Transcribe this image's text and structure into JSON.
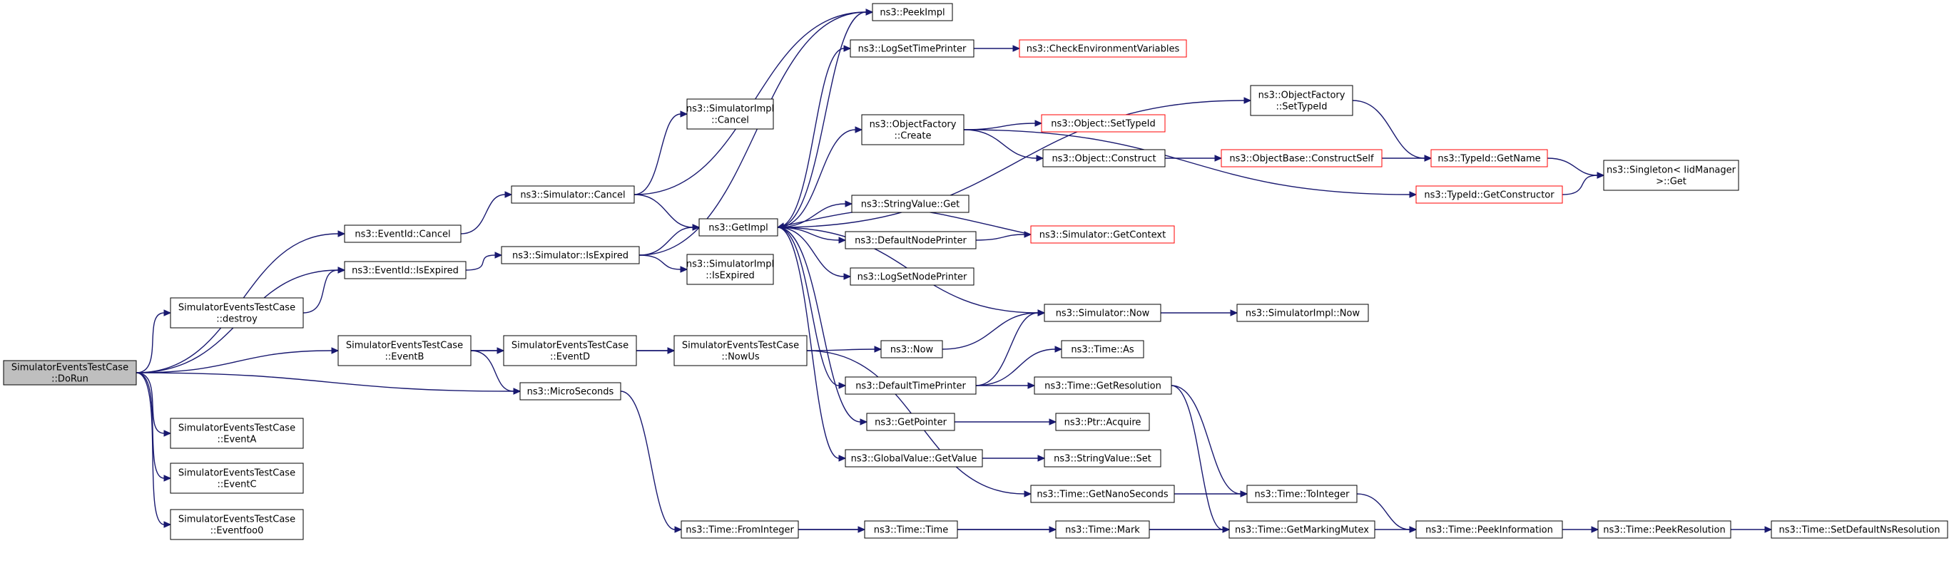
{
  "graph": {
    "nodes": [
      {
        "id": "dorun",
        "label": [
          "SimulatorEventsTestCase",
          "::DoRun"
        ],
        "root": true,
        "red": false
      },
      {
        "id": "eventid_cancel",
        "label": [
          "ns3::EventId::Cancel"
        ],
        "red": false
      },
      {
        "id": "eventid_isexpired",
        "label": [
          "ns3::EventId::IsExpired"
        ],
        "red": false
      },
      {
        "id": "destroy",
        "label": [
          "SimulatorEventsTestCase",
          "::destroy"
        ],
        "red": false
      },
      {
        "id": "eventb",
        "label": [
          "SimulatorEventsTestCase",
          "::EventB"
        ],
        "red": false
      },
      {
        "id": "eventa",
        "label": [
          "SimulatorEventsTestCase",
          "::EventA"
        ],
        "red": false
      },
      {
        "id": "eventc",
        "label": [
          "SimulatorEventsTestCase",
          "::EventC"
        ],
        "red": false
      },
      {
        "id": "eventfoo0",
        "label": [
          "SimulatorEventsTestCase",
          "::Eventfoo0"
        ],
        "red": false
      },
      {
        "id": "sim_cancel",
        "label": [
          "ns3::Simulator::Cancel"
        ],
        "red": false
      },
      {
        "id": "sim_isexpired",
        "label": [
          "ns3::Simulator::IsExpired"
        ],
        "red": false
      },
      {
        "id": "eventd",
        "label": [
          "SimulatorEventsTestCase",
          "::EventD"
        ],
        "red": false
      },
      {
        "id": "microseconds",
        "label": [
          "ns3::MicroSeconds"
        ],
        "red": false
      },
      {
        "id": "simimpl_cancel",
        "label": [
          "ns3::SimulatorImpl",
          "::Cancel"
        ],
        "red": false
      },
      {
        "id": "getimpl",
        "label": [
          "ns3::GetImpl"
        ],
        "red": false
      },
      {
        "id": "simimpl_isexpired",
        "label": [
          "ns3::SimulatorImpl",
          "::IsExpired"
        ],
        "red": false
      },
      {
        "id": "nowus",
        "label": [
          "SimulatorEventsTestCase",
          "::NowUs"
        ],
        "red": false
      },
      {
        "id": "fromint",
        "label": [
          "ns3::Time::FromInteger"
        ],
        "red": false
      },
      {
        "id": "peekimpl",
        "label": [
          "ns3::PeekImpl"
        ],
        "red": false
      },
      {
        "id": "logsettime",
        "label": [
          "ns3::LogSetTimePrinter"
        ],
        "red": false
      },
      {
        "id": "objfactory_create",
        "label": [
          "ns3::ObjectFactory",
          "::Create"
        ],
        "red": false
      },
      {
        "id": "stringvalue_get",
        "label": [
          "ns3::StringValue::Get"
        ],
        "red": false
      },
      {
        "id": "defaultnode",
        "label": [
          "ns3::DefaultNodePrinter"
        ],
        "red": false
      },
      {
        "id": "logsetnode",
        "label": [
          "ns3::LogSetNodePrinter"
        ],
        "red": false
      },
      {
        "id": "now",
        "label": [
          "ns3::Now"
        ],
        "red": false
      },
      {
        "id": "defaulttime",
        "label": [
          "ns3::DefaultTimePrinter"
        ],
        "red": false
      },
      {
        "id": "getpointer",
        "label": [
          "ns3::GetPointer"
        ],
        "red": false
      },
      {
        "id": "globalvalue",
        "label": [
          "ns3::GlobalValue::GetValue"
        ],
        "red": false
      },
      {
        "id": "time_time",
        "label": [
          "ns3::Time::Time"
        ],
        "red": false
      },
      {
        "id": "checkenv",
        "label": [
          "ns3::CheckEnvironmentVariables"
        ],
        "red": true
      },
      {
        "id": "obj_settypeid",
        "label": [
          "ns3::Object::SetTypeId"
        ],
        "red": true
      },
      {
        "id": "obj_construct",
        "label": [
          "ns3::Object::Construct"
        ],
        "red": false
      },
      {
        "id": "sim_getcontext",
        "label": [
          "ns3::Simulator::GetContext"
        ],
        "red": true
      },
      {
        "id": "sim_now",
        "label": [
          "ns3::Simulator::Now"
        ],
        "red": false
      },
      {
        "id": "time_as",
        "label": [
          "ns3::Time::As"
        ],
        "red": false
      },
      {
        "id": "time_getres",
        "label": [
          "ns3::Time::GetResolution"
        ],
        "red": false
      },
      {
        "id": "ptr_acquire",
        "label": [
          "ns3::Ptr::Acquire"
        ],
        "red": false
      },
      {
        "id": "stringvalue_set",
        "label": [
          "ns3::StringValue::Set"
        ],
        "red": false
      },
      {
        "id": "time_getnano",
        "label": [
          "ns3::Time::GetNanoSeconds"
        ],
        "red": false
      },
      {
        "id": "time_mark",
        "label": [
          "ns3::Time::Mark"
        ],
        "red": false
      },
      {
        "id": "objfactory_settypeid",
        "label": [
          "ns3::ObjectFactory",
          "::SetTypeId"
        ],
        "red": false
      },
      {
        "id": "objbase_constructself",
        "label": [
          "ns3::ObjectBase::ConstructSelf"
        ],
        "red": true
      },
      {
        "id": "simimpl_now",
        "label": [
          "ns3::SimulatorImpl::Now"
        ],
        "red": false
      },
      {
        "id": "time_tointeger",
        "label": [
          "ns3::Time::ToInteger"
        ],
        "red": false
      },
      {
        "id": "time_getmarkmutex",
        "label": [
          "ns3::Time::GetMarkingMutex"
        ],
        "red": false
      },
      {
        "id": "typeid_getname",
        "label": [
          "ns3::TypeId::GetName"
        ],
        "red": true
      },
      {
        "id": "typeid_getctor",
        "label": [
          "ns3::TypeId::GetConstructor"
        ],
        "red": true
      },
      {
        "id": "time_peekinfo",
        "label": [
          "ns3::Time::PeekInformation"
        ],
        "red": false
      },
      {
        "id": "singleton_get",
        "label": [
          "ns3::Singleton< IidManager",
          ">::Get"
        ],
        "red": false
      },
      {
        "id": "time_peekres",
        "label": [
          "ns3::Time::PeekResolution"
        ],
        "red": false
      },
      {
        "id": "time_setdefaultns",
        "label": [
          "ns3::Time::SetDefaultNsResolution"
        ],
        "red": false
      }
    ],
    "edges": [
      [
        "dorun",
        "eventid_cancel"
      ],
      [
        "dorun",
        "eventid_isexpired"
      ],
      [
        "dorun",
        "destroy"
      ],
      [
        "dorun",
        "eventb"
      ],
      [
        "dorun",
        "microseconds"
      ],
      [
        "dorun",
        "eventa"
      ],
      [
        "dorun",
        "eventc"
      ],
      [
        "dorun",
        "eventfoo0"
      ],
      [
        "eventid_cancel",
        "sim_cancel"
      ],
      [
        "eventid_isexpired",
        "sim_isexpired"
      ],
      [
        "destroy",
        "eventid_isexpired"
      ],
      [
        "eventb",
        "eventd"
      ],
      [
        "eventb",
        "nowus"
      ],
      [
        "eventb",
        "microseconds"
      ],
      [
        "eventd",
        "nowus"
      ],
      [
        "sim_cancel",
        "simimpl_cancel"
      ],
      [
        "sim_cancel",
        "getimpl"
      ],
      [
        "sim_cancel",
        "peekimpl"
      ],
      [
        "sim_isexpired",
        "getimpl"
      ],
      [
        "sim_isexpired",
        "simimpl_isexpired"
      ],
      [
        "sim_isexpired",
        "peekimpl"
      ],
      [
        "microseconds",
        "fromint"
      ],
      [
        "nowus",
        "now"
      ],
      [
        "nowus",
        "time_getnano"
      ],
      [
        "getimpl",
        "peekimpl"
      ],
      [
        "getimpl",
        "logsettime"
      ],
      [
        "getimpl",
        "objfactory_create"
      ],
      [
        "getimpl",
        "stringvalue_get"
      ],
      [
        "getimpl",
        "defaultnode"
      ],
      [
        "getimpl",
        "logsetnode"
      ],
      [
        "getimpl",
        "sim_now"
      ],
      [
        "getimpl",
        "defaulttime"
      ],
      [
        "getimpl",
        "getpointer"
      ],
      [
        "getimpl",
        "globalvalue"
      ],
      [
        "getimpl",
        "objfactory_settypeid"
      ],
      [
        "sim_getcontext",
        "getimpl"
      ],
      [
        "logsettime",
        "checkenv"
      ],
      [
        "objfactory_create",
        "obj_settypeid"
      ],
      [
        "objfactory_create",
        "obj_construct"
      ],
      [
        "objfactory_create",
        "typeid_getctor"
      ],
      [
        "obj_construct",
        "objbase_constructself"
      ],
      [
        "objbase_constructself",
        "typeid_getname"
      ],
      [
        "objfactory_settypeid",
        "typeid_getname"
      ],
      [
        "typeid_getname",
        "singleton_get"
      ],
      [
        "typeid_getctor",
        "singleton_get"
      ],
      [
        "defaultnode",
        "sim_getcontext"
      ],
      [
        "now",
        "sim_now"
      ],
      [
        "defaulttime",
        "sim_now"
      ],
      [
        "defaulttime",
        "time_as"
      ],
      [
        "defaulttime",
        "time_getres"
      ],
      [
        "sim_now",
        "simimpl_now"
      ],
      [
        "getpointer",
        "ptr_acquire"
      ],
      [
        "globalvalue",
        "stringvalue_set"
      ],
      [
        "time_getres",
        "time_tointeger"
      ],
      [
        "time_getres",
        "time_getmarkmutex"
      ],
      [
        "time_getnano",
        "time_tointeger"
      ],
      [
        "time_tointeger",
        "time_peekinfo"
      ],
      [
        "fromint",
        "time_time"
      ],
      [
        "fromint",
        "time_peekinfo"
      ],
      [
        "time_time",
        "time_mark"
      ],
      [
        "time_mark",
        "time_getmarkmutex"
      ],
      [
        "time_peekinfo",
        "time_peekres"
      ],
      [
        "time_peekres",
        "time_setdefaultns"
      ]
    ]
  }
}
